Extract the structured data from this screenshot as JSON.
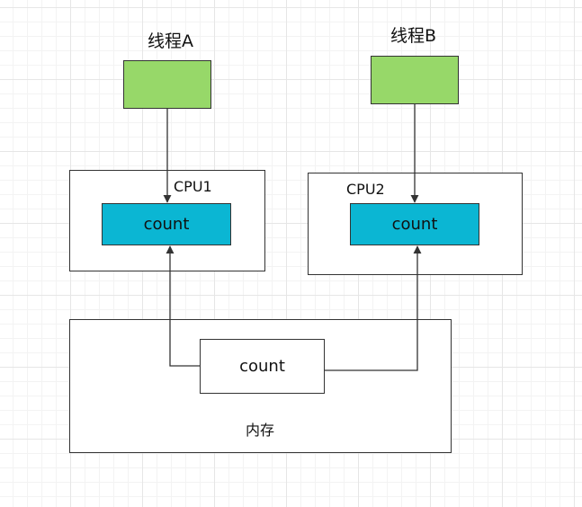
{
  "threads": [
    {
      "label": "线程A"
    },
    {
      "label": "线程B"
    }
  ],
  "cpus": [
    {
      "label": "CPU1",
      "register_label": "count"
    },
    {
      "label": "CPU2",
      "register_label": "count"
    }
  ],
  "memory": {
    "label": "内存",
    "variable_label": "count"
  },
  "colors": {
    "thread_fill": "#97d869",
    "register_fill": "#0bb6d3",
    "stroke": "#333333"
  }
}
